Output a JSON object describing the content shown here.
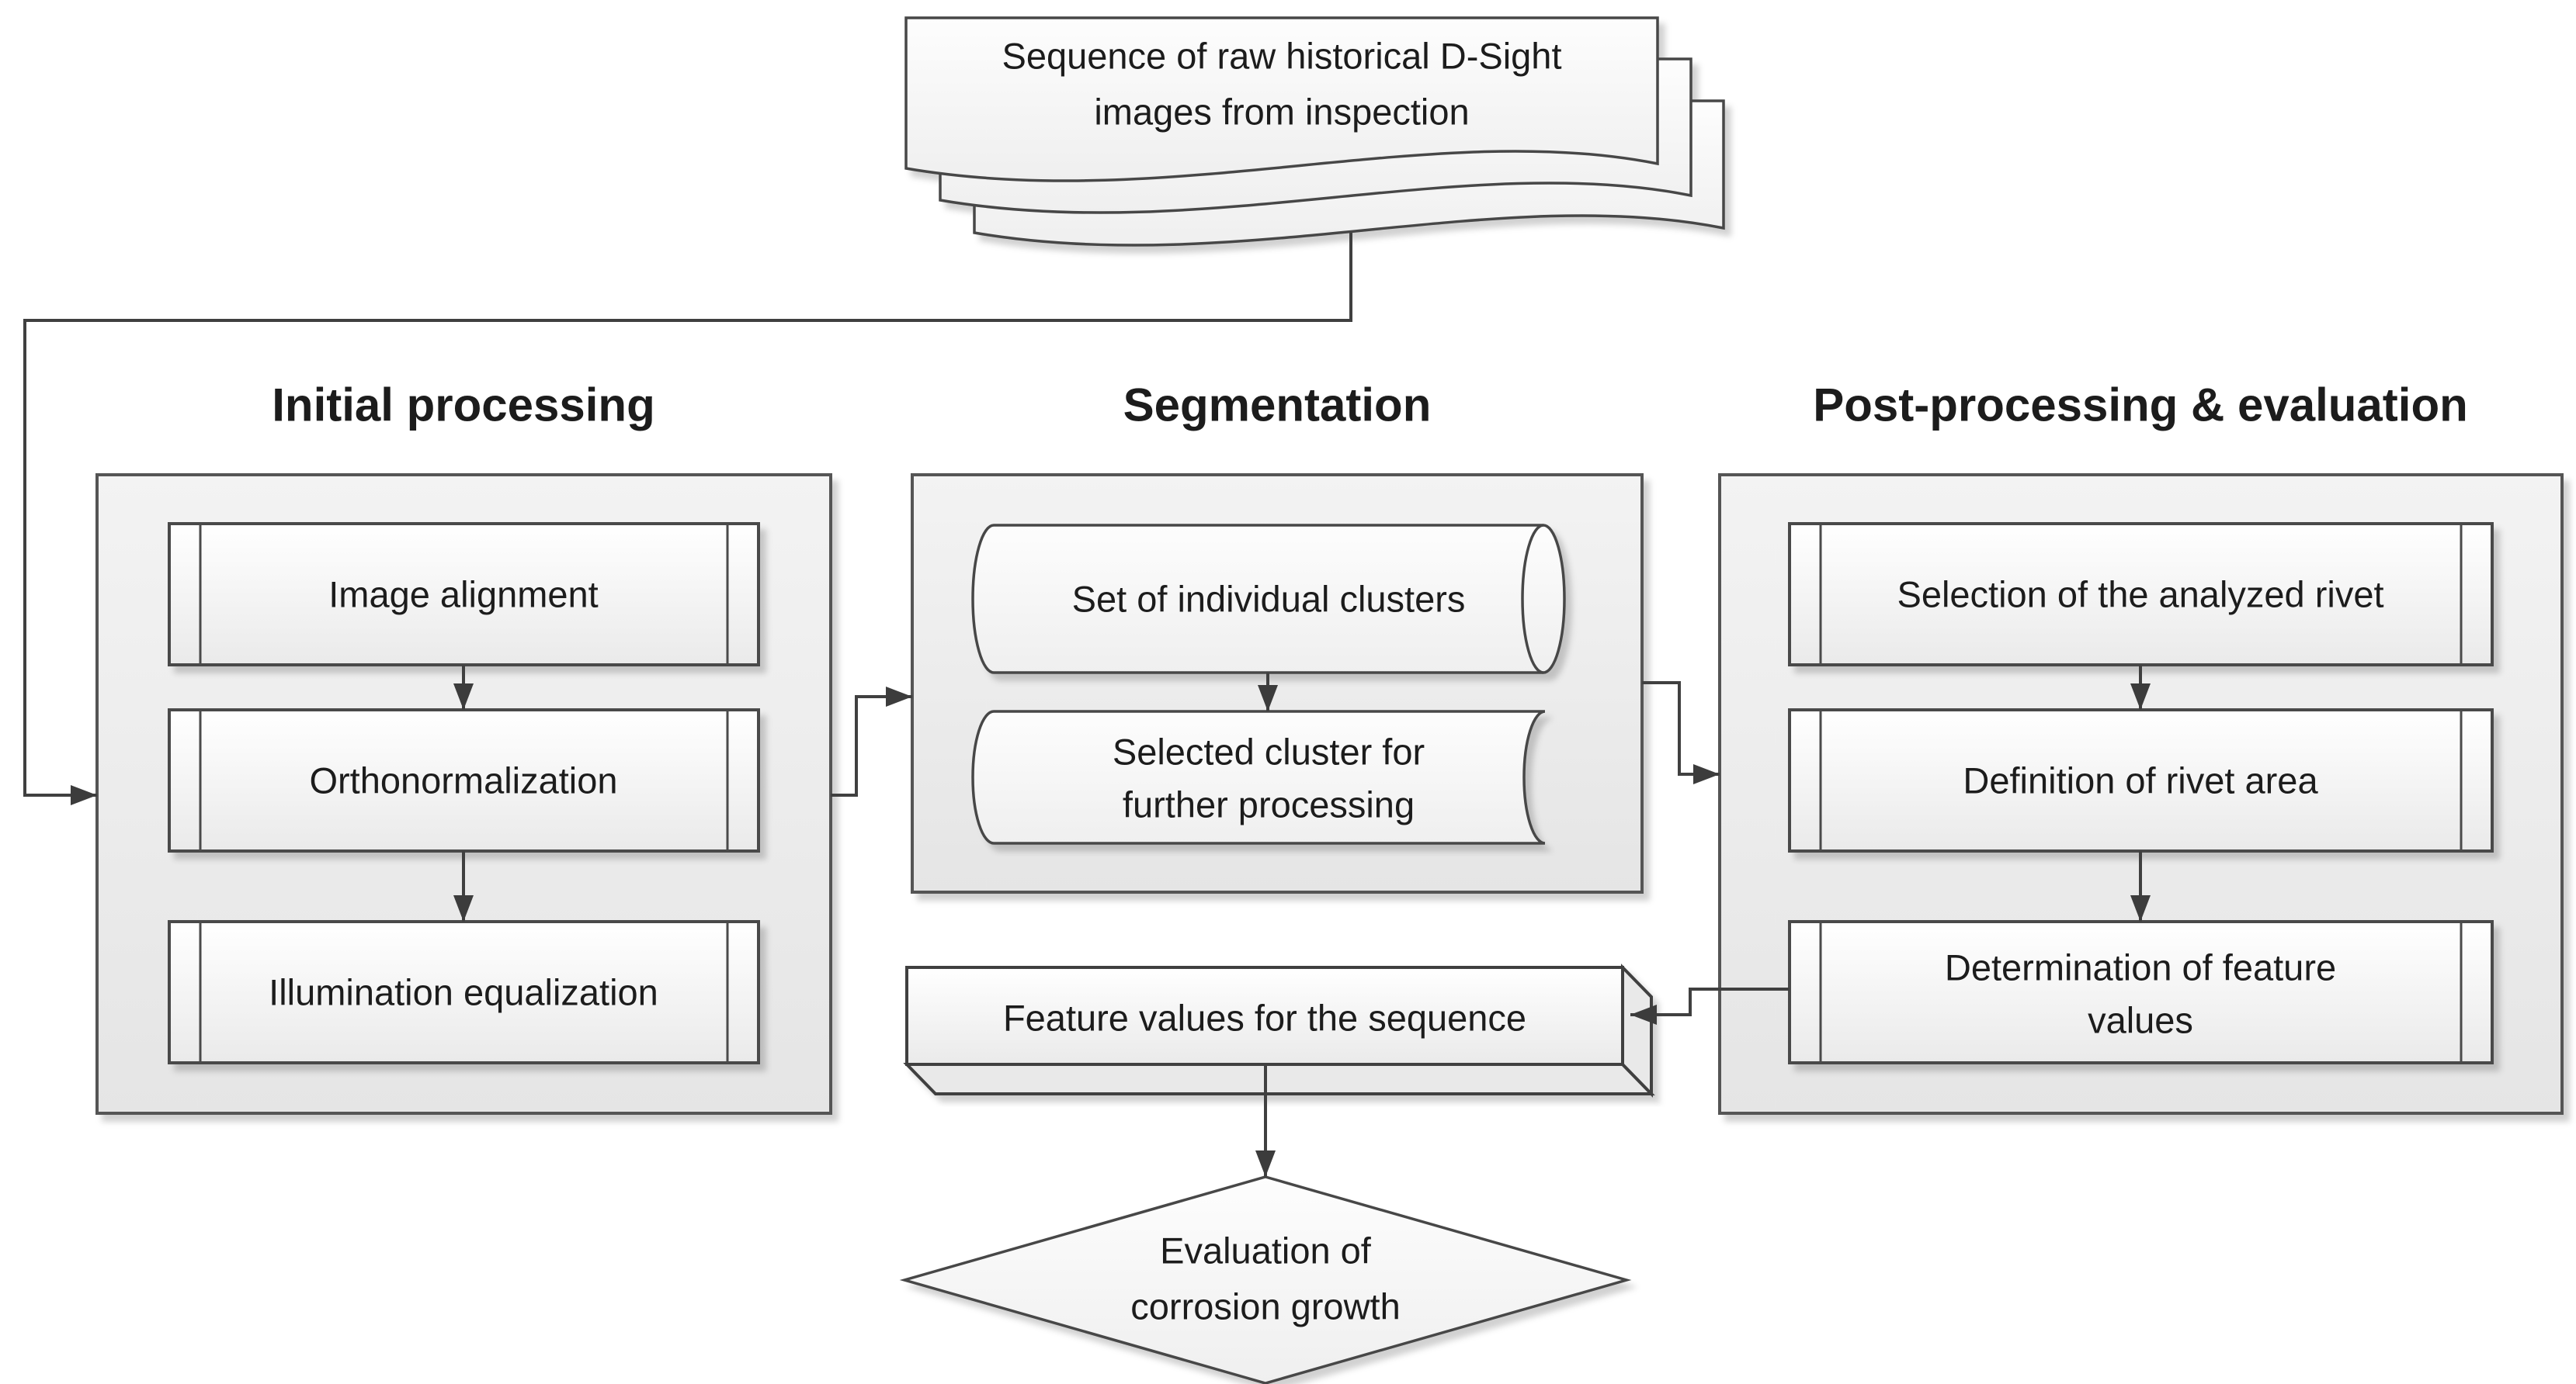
{
  "document_stack": {
    "line1": "Sequence of raw historical D-Sight",
    "line2": "images from inspection"
  },
  "sections": [
    {
      "title": "Initial processing",
      "items": [
        {
          "l1": "Image alignment"
        },
        {
          "l1": "Orthonormalization"
        },
        {
          "l1": "Illumination equalization"
        }
      ]
    },
    {
      "title": "Segmentation",
      "items": [
        {
          "l1": "Set of individual clusters"
        },
        {
          "l1": "Selected cluster for",
          "l2": "further processing"
        }
      ]
    },
    {
      "title": "Post-processing & evaluation",
      "items": [
        {
          "l1": "Selection of the analyzed rivet"
        },
        {
          "l1": "Definition of rivet area"
        },
        {
          "l1": "Determination of feature",
          "l2": "values"
        }
      ]
    }
  ],
  "feature_values_box": {
    "l1": "Feature values for the sequence"
  },
  "decision": {
    "l1": "Evaluation of",
    "l2": "corrosion growth"
  },
  "colors": {
    "shape_outline": "#4a4a4a",
    "connector": "#404040",
    "group_fill_top": "#f3f3f3",
    "group_fill_bottom": "#e6e6e6",
    "shape_fill_top": "#ffffff",
    "shape_fill_bottom": "#ebebeb",
    "text": "#1c1c1c"
  }
}
